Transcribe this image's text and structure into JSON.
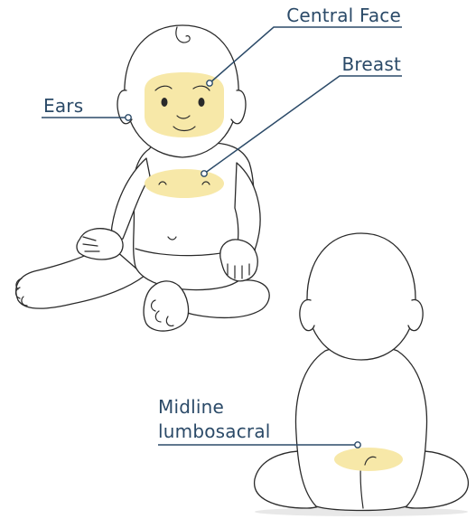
{
  "labels": {
    "central_face": "Central Face",
    "breast": "Breast",
    "ears": "Ears",
    "midline_line1": "Midline",
    "midline_line2": "lumbosacral"
  },
  "colors": {
    "zone_fill": "#f7e8a8",
    "leader_line": "#2b4a68",
    "label_text": "#2b4a68",
    "outline": "#2a2a2a"
  }
}
